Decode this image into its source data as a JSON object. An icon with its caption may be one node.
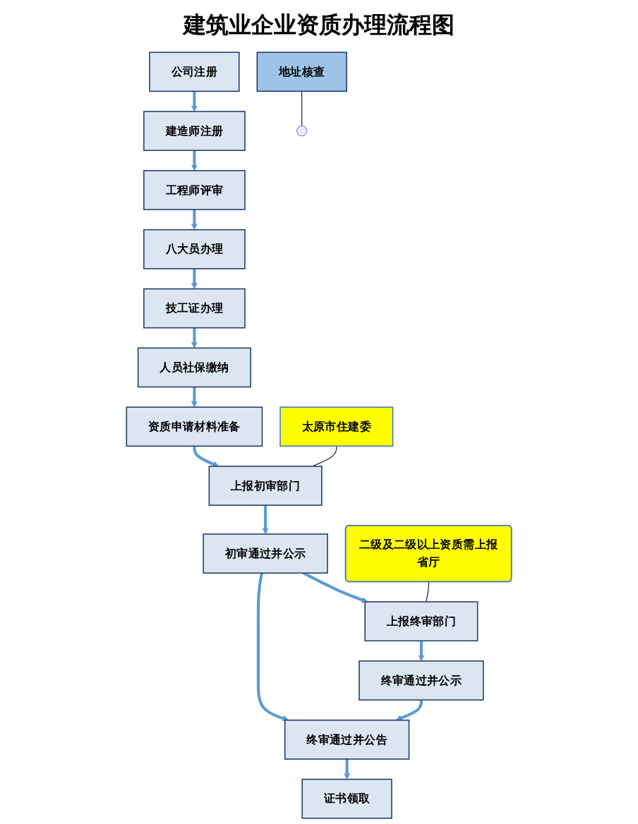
{
  "diagram": {
    "title": "建筑业企业资质办理流程图",
    "nodes": [
      {
        "text": [
          "公司注册"
        ]
      },
      {
        "text": [
          "建造师注册"
        ]
      },
      {
        "text": [
          "工程师评审"
        ]
      },
      {
        "text": [
          "八大员办理"
        ]
      },
      {
        "text": [
          "技工证办理"
        ]
      },
      {
        "text": [
          "人员社保缴纳"
        ]
      },
      {
        "text": [
          "资质申请材料准备"
        ]
      },
      {
        "text": [
          "上报初审部门"
        ]
      },
      {
        "text": [
          "太原市住建委"
        ]
      },
      {
        "text": [
          "地址核查"
        ]
      },
      {
        "text": [
          "初审通过并公示"
        ]
      },
      {
        "text": [
          "二级及二级以上资质需上报省厅"
        ]
      },
      {
        "text": [
          "上报终审部门"
        ]
      },
      {
        "text": [
          "终审通过并公示"
        ]
      },
      {
        "text": [
          "终审通过并公告"
        ]
      },
      {
        "text": [
          "证书领取"
        ]
      }
    ],
    "edges": [
      {
        "from": 0,
        "to": 1,
        "arrow": "to"
      },
      {
        "from": 1,
        "to": 2,
        "arrow": "to"
      },
      {
        "from": 2,
        "to": 3,
        "arrow": "to"
      },
      {
        "from": 3,
        "to": 4,
        "arrow": "to"
      },
      {
        "from": 4,
        "to": 5,
        "arrow": "to"
      },
      {
        "from": 5,
        "to": 6,
        "arrow": "to"
      },
      {
        "from": 6,
        "to": 7,
        "arrow": "to"
      },
      {
        "from": 8,
        "to": 7,
        "arrow": "none",
        "color": "#000000"
      },
      {
        "from": 7,
        "to": 10,
        "arrow": "to"
      },
      {
        "from": 9,
        "to": null,
        "arrow": "none",
        "color": "#000000"
      },
      {
        "from": 10,
        "to": 12,
        "arrow": "to"
      },
      {
        "from": 11,
        "to": 12,
        "arrow": "none",
        "color": "#000000"
      },
      {
        "from": 12,
        "to": 13,
        "arrow": "to"
      },
      {
        "from": 13,
        "to": 14,
        "arrow": "to"
      },
      {
        "from": 10,
        "to": 14,
        "arrow": "to"
      },
      {
        "from": 14,
        "to": 15,
        "arrow": "to"
      }
    ]
  }
}
